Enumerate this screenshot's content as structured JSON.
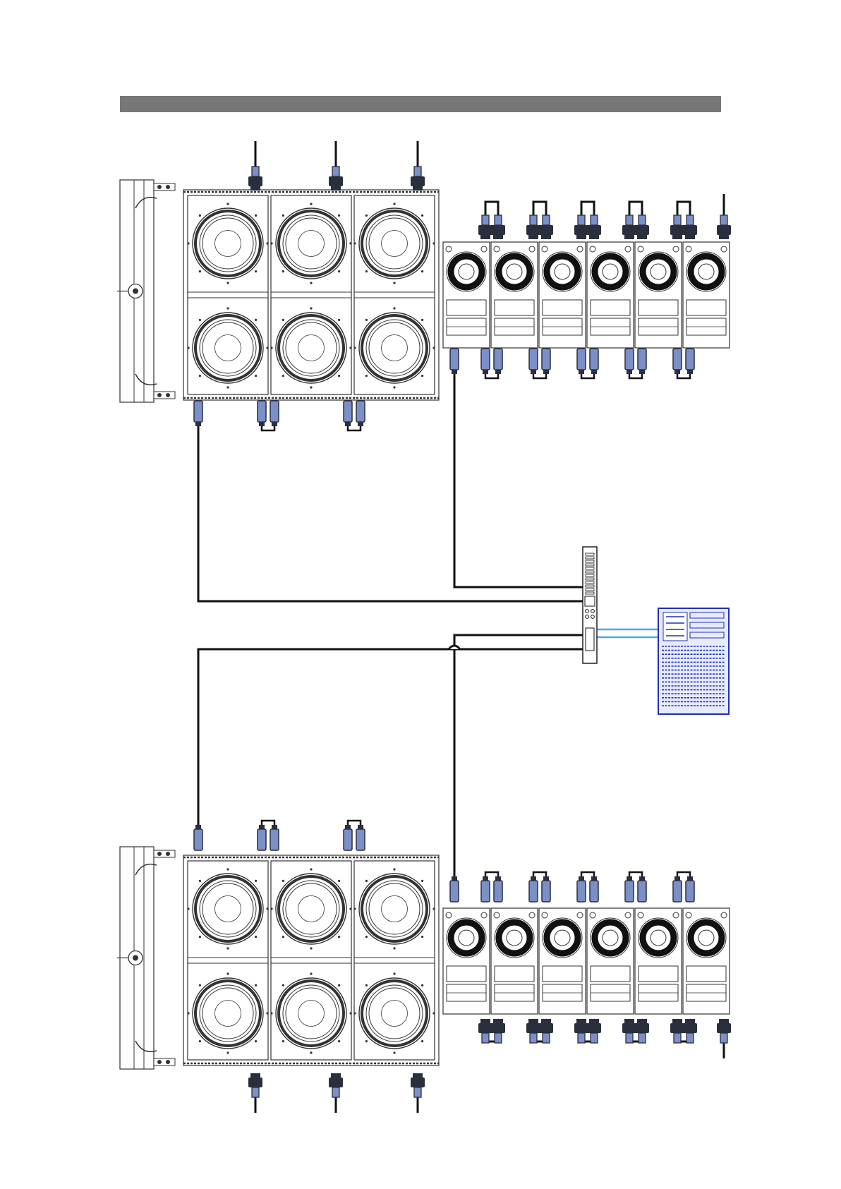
{
  "diagram": {
    "colors": {
      "header_bar": "#777777",
      "cable": "#111111",
      "outline": "#333333",
      "connector_body": "#7b8fc8",
      "connector_dark": "#2a2f3e",
      "network_cable": "#4aa8e8",
      "rack_blue": "#1f2fb8",
      "rack_fill": "#e7ebff"
    },
    "upper_array": {
      "sub_cabinets": [
        {
          "woofers": [
            "woofer",
            "woofer"
          ]
        },
        {
          "woofers": [
            "woofer",
            "woofer"
          ]
        },
        {
          "woofers": [
            "woofer",
            "woofer"
          ]
        }
      ],
      "satellites": 6,
      "flying_frame": "rigging-frame"
    },
    "lower_array": {
      "sub_cabinets": [
        {
          "woofers": [
            "woofer",
            "woofer"
          ]
        },
        {
          "woofers": [
            "woofer",
            "woofer"
          ]
        },
        {
          "woofers": [
            "woofer",
            "woofer"
          ]
        }
      ],
      "satellites": 6,
      "flying_frame": "rigging-frame"
    },
    "devices": [
      {
        "name": "processor",
        "icon": "rack-processor-icon"
      },
      {
        "name": "amplifier-rack",
        "icon": "amplifier-rack-icon"
      }
    ]
  }
}
